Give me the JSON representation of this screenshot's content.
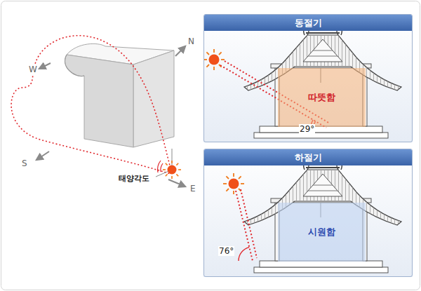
{
  "diagram": {
    "nodes": [
      {
        "text": [
          "동절기"
        ]
      },
      {
        "text": [
          "따뜻함"
        ],
        "in": 0
      },
      {
        "text": [
          "하절기"
        ]
      },
      {
        "text": [
          "시원함"
        ],
        "in": 2
      }
    ],
    "labels": [
      "W",
      "N",
      "S",
      "E",
      "태양각도",
      "29°",
      "76°"
    ]
  }
}
